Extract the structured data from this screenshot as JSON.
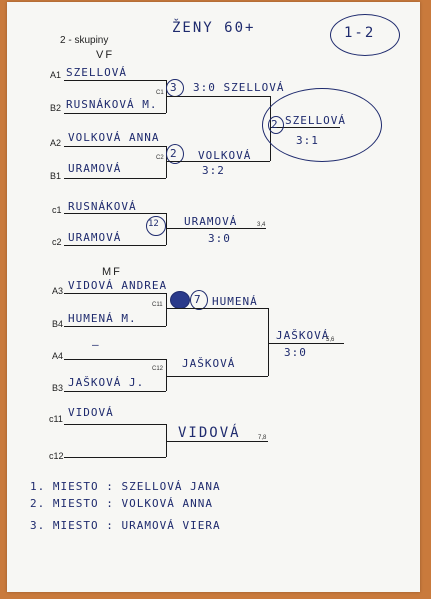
{
  "header": {
    "title": "ŽENY 60+",
    "badge": "1-2",
    "group": "2 - skupiny"
  },
  "sections": {
    "vf": "VF",
    "mf": "MF"
  },
  "slots": {
    "a1": "A1",
    "b2": "B2",
    "a2": "A2",
    "b1": "B1",
    "c1a": "C1",
    "c2a": "C2",
    "c1b": "c1",
    "c2b": "c2",
    "a3": "A3",
    "b4": "B4",
    "a4": "A4",
    "b3": "B3",
    "c11a": "C11",
    "c12a": "C12",
    "c11b": "c11",
    "c12b": "c12",
    "p34": "3,4",
    "p56": "5,6",
    "p78": "7,8"
  },
  "match1": {
    "player1": "SZELLOVÁ",
    "player2": "RUSNÁKOVÁ M.",
    "court": "3",
    "result": "3:0 SZELLOVÁ"
  },
  "match2": {
    "player1": "VOLKOVÁ ANNA",
    "player2": "URAMOVÁ",
    "court": "2",
    "winner": "VOLKOVÁ",
    "score": "3:2"
  },
  "final12": {
    "court": "2",
    "winner": "SZELLOVÁ",
    "score": "3:1"
  },
  "match34": {
    "player1": "RUSNÁKOVÁ",
    "player2": "URAMOVÁ",
    "court": "12",
    "winner": "URAMOVÁ",
    "score": "3:0"
  },
  "match3": {
    "player1": "VIDOVÁ ANDREA",
    "player2": "HUMENÁ M.",
    "court": "7",
    "winner": "HUMENÁ"
  },
  "match4": {
    "player1": "—",
    "player2": "JAŠKOVÁ J.",
    "winner": "JAŠKOVÁ"
  },
  "final56": {
    "winner": "JAŠKOVÁ",
    "score": "3:0"
  },
  "match78": {
    "player1": "VIDOVÁ",
    "winner": "VIDOVÁ"
  },
  "results": [
    "1. MIESTO : SZELLOVÁ JANA",
    "2. MIESTO : VOLKOVÁ ANNA",
    "3. MIESTO : URAMOVÁ VIERA"
  ]
}
